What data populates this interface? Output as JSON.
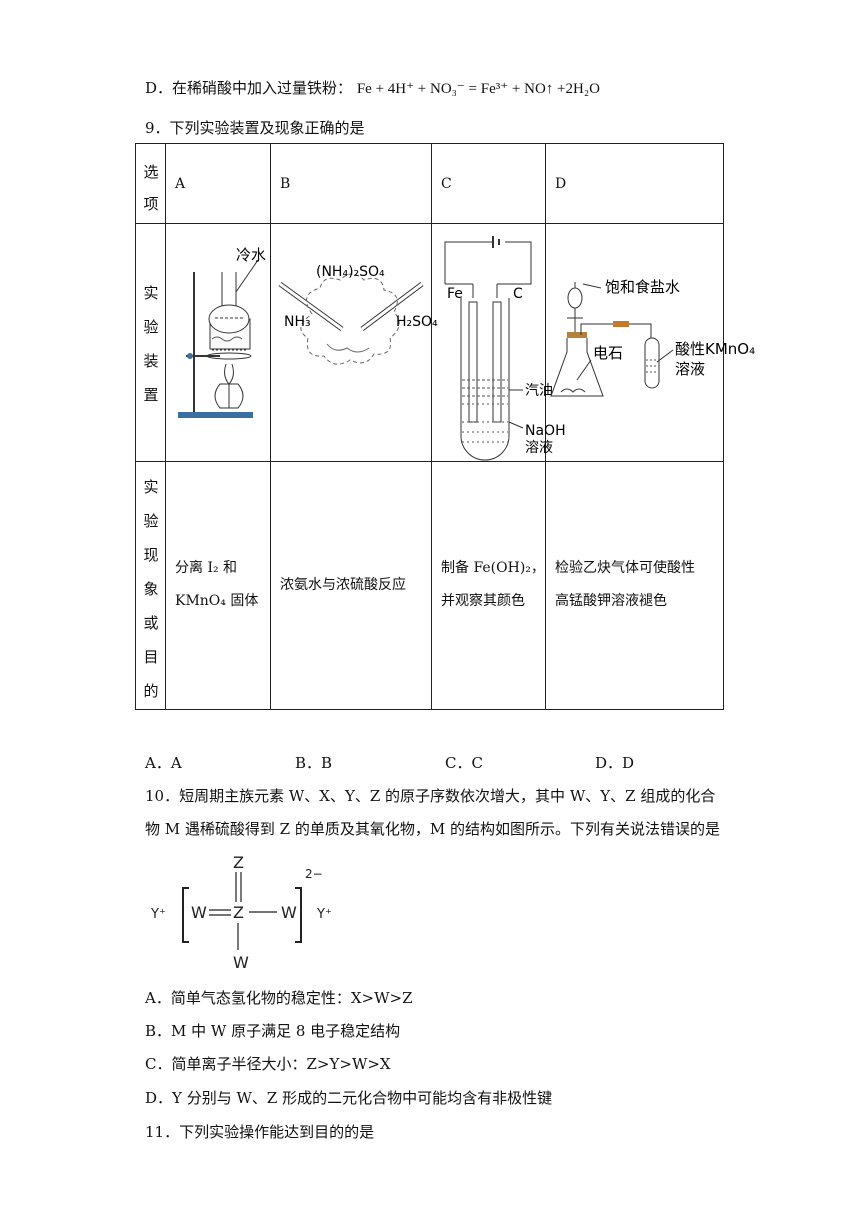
{
  "q8": {
    "option_d_prefix": "D．在稀硝酸中加入过量铁粉：",
    "option_d_equation": "Fe + 4H⁺ + NO₃⁻ = Fe³⁺ + NO↑ +2H₂O"
  },
  "q9": {
    "stem": "9．下列实验装置及现象正确的是",
    "row_header_option": [
      "选",
      "项"
    ],
    "row_header_apparatus": [
      "实",
      "验",
      "装",
      "置"
    ],
    "row_header_phenomenon": [
      "实",
      "验",
      "现",
      "象",
      "或",
      "目",
      "的"
    ],
    "columns": [
      "A",
      "B",
      "C",
      "D"
    ],
    "fig_a": {
      "label": "冷水"
    },
    "fig_b": {
      "center": "(NH₄)₂SO₄",
      "left": "NH₃",
      "right": "H₂SO₄"
    },
    "fig_c": {
      "fe": "Fe",
      "c": "C",
      "oil": "汽油",
      "sol1": "NaOH",
      "sol2": "溶液"
    },
    "fig_d": {
      "label1": "饱和食盐水",
      "label2": "电石",
      "label3": "酸性KMnO₄",
      "label4": "溶液"
    },
    "phenomena": {
      "A_line1": "分离 I₂ 和",
      "A_line2": "KMnO₄ 固体",
      "B": "浓氨水与浓硫酸反应",
      "C_line1": "制备 Fe(OH)₂，",
      "C_line2": "并观察其颜色",
      "D_line1": "检验乙炔气体可使酸性",
      "D_line2": "高锰酸钾溶液褪色"
    },
    "answers": [
      "A．A",
      "B．B",
      "C．C",
      "D．D"
    ]
  },
  "q10": {
    "stem_line1": "10．短周期主族元素 W、X、Y、Z 的原子序数依次增大，其中 W、Y、Z 组成的化合",
    "stem_line2": "物 M 遇稀硫酸得到 Z 的单质及其氧化物，M 的结构如图所示。下列有关说法错误的是",
    "structure": {
      "top": "Z",
      "left_w": "W",
      "center": "Z",
      "right_w": "W",
      "bottom": "W",
      "cation_left": "Y⁺",
      "cation_right": "Y⁺",
      "charge": "2−"
    },
    "options": [
      "A．简单气态氢化物的稳定性：X>W>Z",
      "B．M 中 W 原子满足 8 电子稳定结构",
      "C．简单离子半径大小：Z>Y>W>X",
      "D．Y 分别与 W、Z 形成的二元化合物中可能均含有非极性键"
    ]
  },
  "q11": {
    "stem": "11．下列实验操作能达到目的的是"
  }
}
